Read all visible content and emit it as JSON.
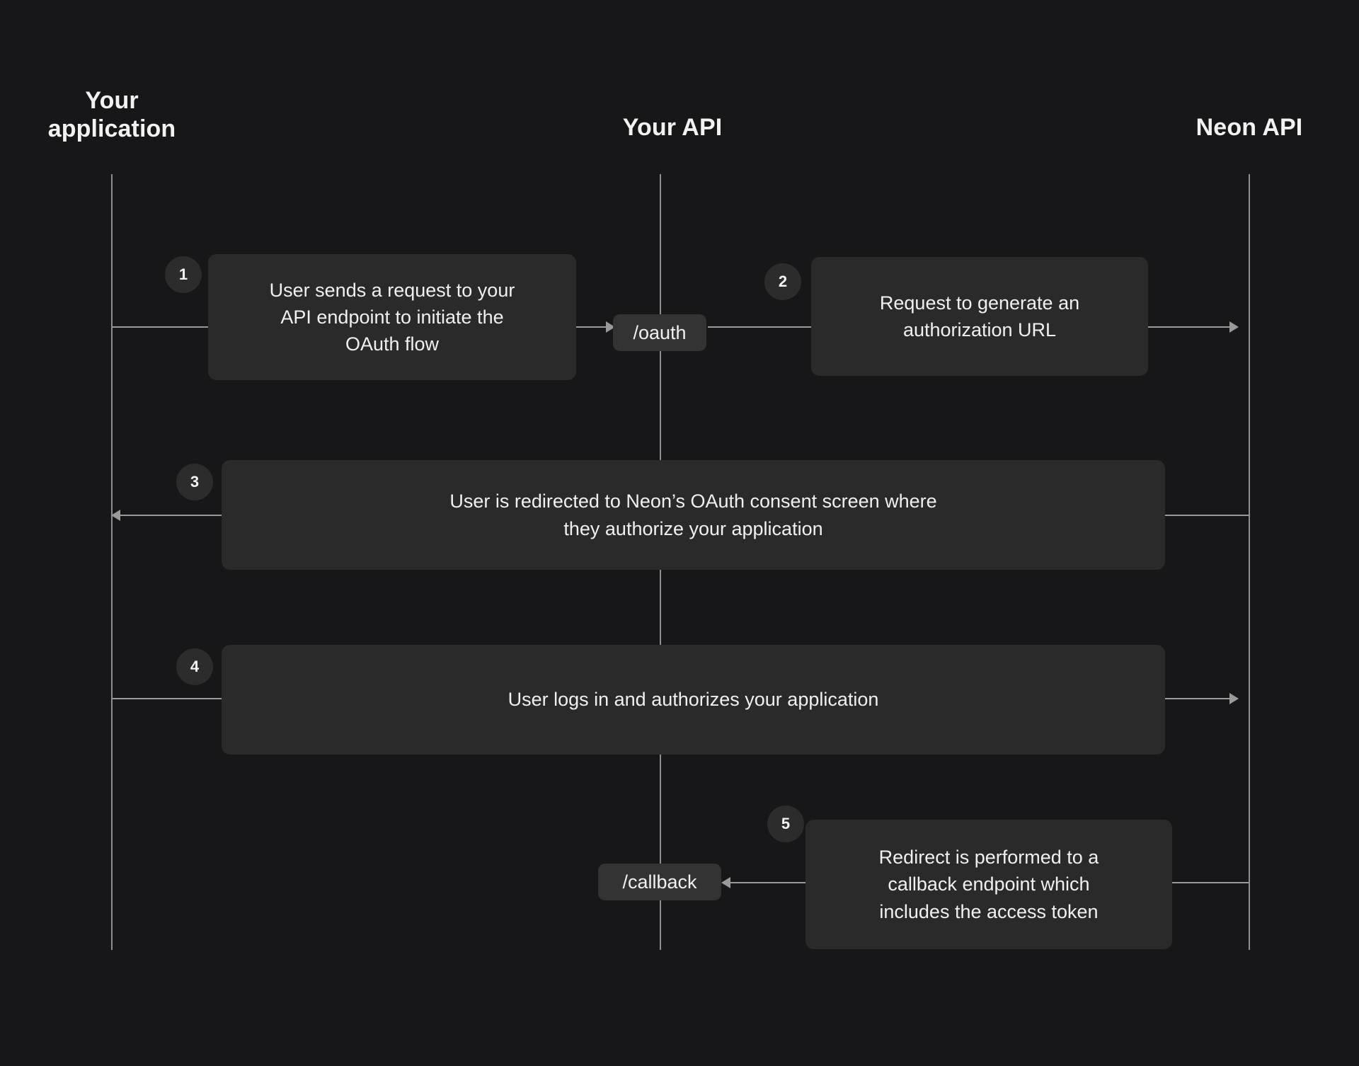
{
  "diagram": {
    "title": "Neon OAuth flow sequence diagram",
    "background_color": "#171719",
    "box_color": "#2a2a2a",
    "pill_color": "#333333",
    "line_color": "#9a9a9a",
    "text_color": "#f0f0f0"
  },
  "actors": [
    {
      "id": "your-application",
      "label": "Your\napplication"
    },
    {
      "id": "your-api",
      "label": "Your API"
    },
    {
      "id": "neon-api",
      "label": "Neon API"
    }
  ],
  "endpoints": [
    {
      "id": "oauth",
      "label": "/oauth"
    },
    {
      "id": "callback",
      "label": "/callback"
    }
  ],
  "steps": [
    {
      "number": "1",
      "text": "User sends a request to your\nAPI endpoint to initiate the\nOAuth flow",
      "from": "your-application",
      "to": "your-api",
      "direction": "right"
    },
    {
      "number": "2",
      "text": "Request to generate an\nauthorization URL",
      "from": "your-api",
      "to": "neon-api",
      "direction": "right"
    },
    {
      "number": "3",
      "text": "User is redirected to Neon’s OAuth consent screen where\nthey authorize your application",
      "from": "neon-api",
      "to": "your-application",
      "direction": "left"
    },
    {
      "number": "4",
      "text": "User logs in and authorizes your application",
      "from": "your-application",
      "to": "neon-api",
      "direction": "right"
    },
    {
      "number": "5",
      "text": "Redirect is performed to a\ncallback endpoint which\nincludes the access token",
      "from": "neon-api",
      "to": "your-api",
      "direction": "left"
    }
  ]
}
